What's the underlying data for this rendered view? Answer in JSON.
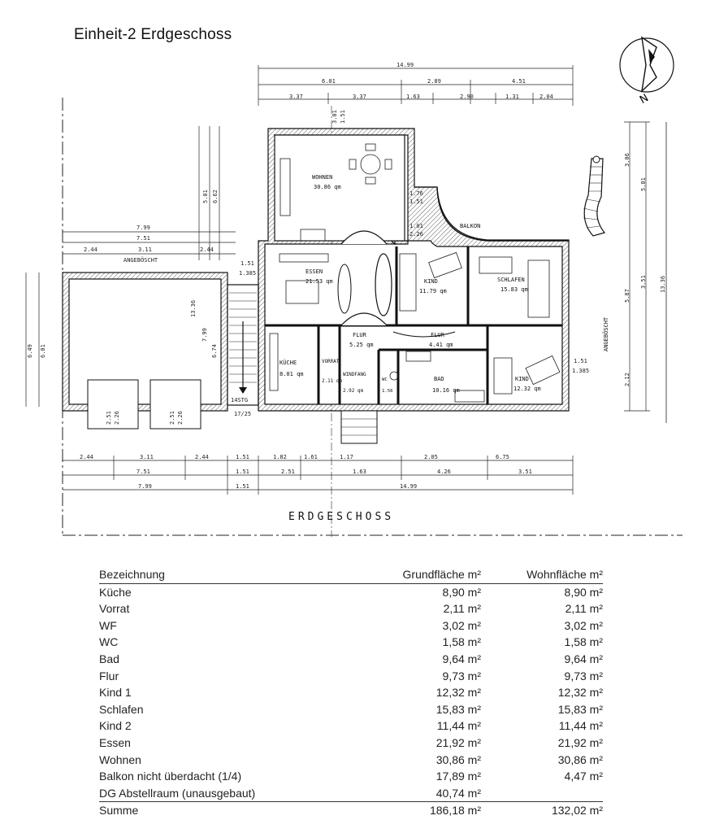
{
  "title": "Einheit-2 Erdgeschoss",
  "plan": {
    "caption": "ERDGESCHOSS",
    "compass_letter": "N",
    "rooms": [
      {
        "name": "WOHNEN",
        "area": "30.86 qm"
      },
      {
        "name": "ESSEN",
        "area": "21.53 qm"
      },
      {
        "name": "KIND",
        "area": "11.79 qm"
      },
      {
        "name": "SCHLAFEN",
        "area": "15.83 qm"
      },
      {
        "name": "FLUR",
        "area": "5.25 qm"
      },
      {
        "name": "FLUR",
        "area": "4.41 qm"
      },
      {
        "name": "KÜCHE",
        "area": "8.01 qm"
      },
      {
        "name": "VORRAT",
        "area": "2.11 qm"
      },
      {
        "name": "WINDFANG",
        "area": "2.92 qm"
      },
      {
        "name": "WC",
        "area": "1.56"
      },
      {
        "name": "BAD",
        "area": "10.16 qm"
      },
      {
        "name": "KIND",
        "area": "12.32 qm"
      }
    ],
    "labels": {
      "balkon": "BALKON",
      "angeboescht_left": "ANGEBÖSCHT",
      "angeboescht_right": "ANGEBÖSCHT",
      "stair": "14STG",
      "stair_ratio": "17/25"
    },
    "dims_top": [
      "14.99",
      "6.01",
      "2.89",
      "4.51",
      "3.37",
      "3.37",
      "1.63",
      "2.90",
      "1.31",
      "2.04"
    ],
    "dims_left_top": [
      "7.99",
      "7.51",
      "2.44",
      "3.11",
      "2.44"
    ],
    "dims_bottom_row1": [
      "2.44",
      "3.11",
      "2.44",
      "1.51",
      "1.82",
      "1.61",
      "1.17",
      "2.05",
      "6.75"
    ],
    "dims_bottom_row2": [
      "7.51",
      "1.51",
      "2.51",
      "1.63",
      "4.26",
      "3.51"
    ],
    "dims_bottom_row3": [
      "7.99",
      "1.51",
      "14.99"
    ],
    "dims_left_side": [
      "6.49",
      "6.01"
    ],
    "dims_right_side": [
      "3.06",
      "5.01",
      "5.87",
      "3.51",
      "2.12",
      "13.36"
    ],
    "dims_misc": [
      "5.01",
      "6.62",
      "13.36",
      "7.99",
      "6.74",
      "1.51",
      "1.385",
      "1.76",
      "1.51",
      "1.01",
      "2.26",
      "1.385",
      "2.51",
      "2.26",
      "2.51",
      "2.26",
      "3.01",
      "1.51"
    ]
  },
  "table": {
    "headers": [
      "Bezeichnung",
      "Grundfläche m²",
      "Wohnfläche m²"
    ],
    "rows": [
      [
        "Küche",
        "8,90 m²",
        "8,90 m²"
      ],
      [
        "Vorrat",
        "2,11 m²",
        "2,11 m²"
      ],
      [
        "WF",
        "3,02 m²",
        "3,02 m²"
      ],
      [
        "WC",
        "1,58 m²",
        "1,58 m²"
      ],
      [
        "Bad",
        "9,64 m²",
        "9,64 m²"
      ],
      [
        "Flur",
        "9,73 m²",
        "9,73 m²"
      ],
      [
        "Kind 1",
        "12,32 m²",
        "12,32 m²"
      ],
      [
        "Schlafen",
        "15,83 m²",
        "15,83 m²"
      ],
      [
        "Kind 2",
        "11,44 m²",
        "11,44 m²"
      ],
      [
        "Essen",
        "21,92 m²",
        "21,92 m²"
      ],
      [
        "Wohnen",
        "30,86 m²",
        "30,86 m²"
      ],
      [
        "Balkon nicht überdacht (1/4)",
        "17,89 m²",
        "4,47 m²"
      ],
      [
        "DG Abstellraum (unausgebaut)",
        "40,74 m²",
        ""
      ]
    ],
    "sum": [
      "Summe",
      "186,18 m²",
      "132,02 m²"
    ]
  }
}
